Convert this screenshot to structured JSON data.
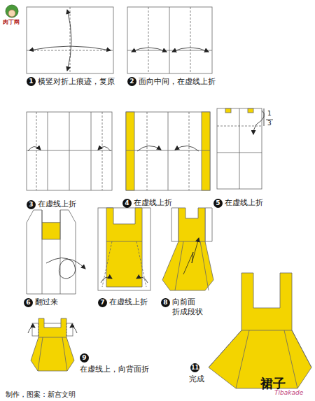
{
  "diagram": {
    "labels": [
      "肉丁网",
      "1",
      "横竖对折上痕迹，复原",
      "2",
      "面向中间，在虚线上折",
      "3",
      "在虚线上折",
      "4",
      "在虚线上折",
      "1",
      "3",
      "5",
      "在虚线上折",
      "6",
      "翻过来",
      "7",
      "在虚线上折",
      "8",
      "向前面 折成段状",
      "9",
      "在虚线上，向背面折",
      "11",
      "完成",
      "裙子",
      "Tibakade",
      "制作，图案：新宫文明"
    ]
  }
}
